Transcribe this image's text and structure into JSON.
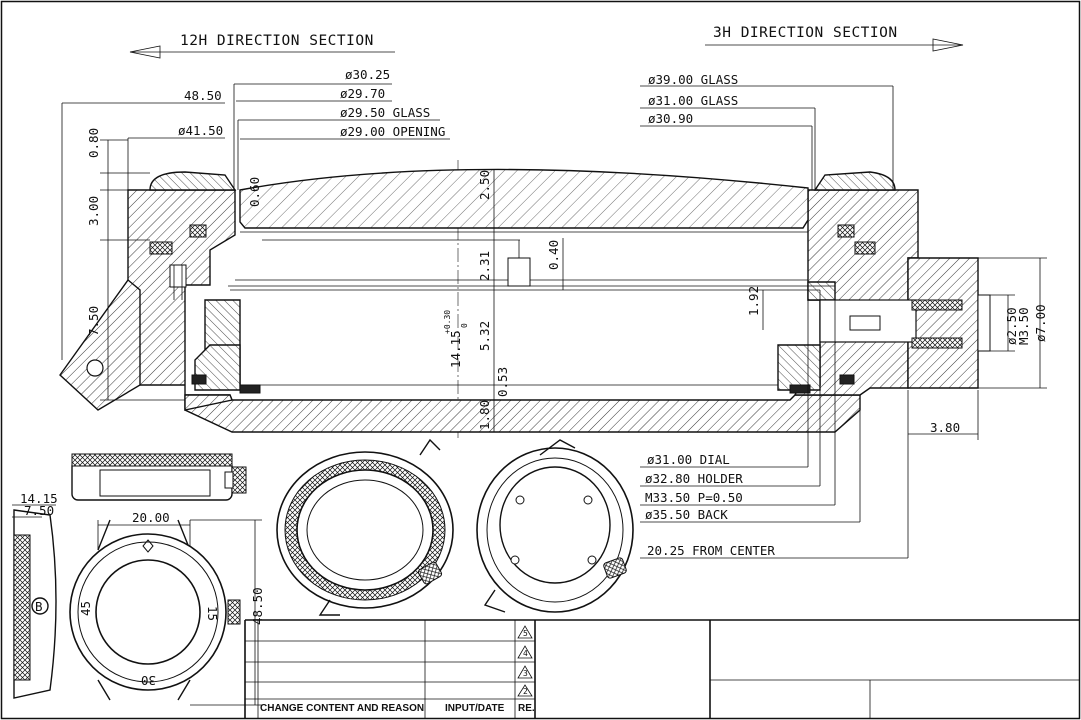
{
  "headers": {
    "left_section": "12H DIRECTION SECTION",
    "right_section": "3H DIRECTION SECTION"
  },
  "top_dims": {
    "d1": "ø30.25",
    "d2": "ø29.70",
    "d3": "ø29.50 GLASS",
    "d4": "ø29.00 OPENING",
    "d5": "48.50",
    "d6": "ø41.50",
    "d7": "ø39.00 GLASS",
    "d8": "ø31.00 GLASS",
    "d9": "ø30.90"
  },
  "vertical_dims": {
    "v1": "0.80",
    "v2": "3.00",
    "v3": "7.50",
    "v4": "0.60",
    "v5": "2.50",
    "v6": "2.31",
    "v7": "0.40",
    "v8": "1.92",
    "v9": "5.32",
    "v10": "14.15",
    "v10_tol_upper": "+0.30",
    "v10_tol_lower": "0",
    "v11": "0.53",
    "v12": "1.80",
    "v13": "ø2.50",
    "v14": "M3.50",
    "v15": "ø7.00"
  },
  "right_dims": {
    "r1": "3.80",
    "r2": "ø31.00 DIAL",
    "r3": "ø32.80 HOLDER",
    "r4": "M33.50 P=0.50",
    "r5": "ø35.50 BACK",
    "r6": "20.25 FROM CENTER"
  },
  "small_views": {
    "w1": "14.15",
    "w2": "7.50",
    "w3": "20.00",
    "h1": "48.50",
    "bezel_45": "45",
    "bezel_15": "15",
    "bezel_30": "30",
    "logo": "B"
  },
  "revision_table": {
    "col_change": "CHANGE CONTENT AND REASON",
    "col_input": "INPUT/DATE",
    "col_re": "RE.",
    "rev_marks": [
      "5",
      "4",
      "3",
      "2"
    ]
  }
}
